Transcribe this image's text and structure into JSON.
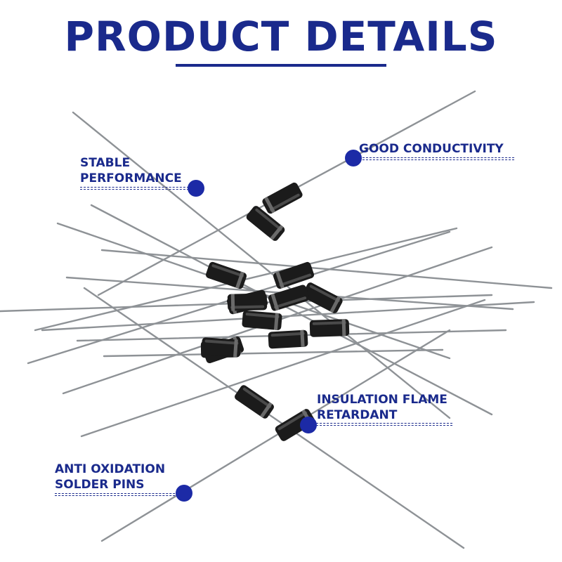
{
  "title": "PRODUCT DETAILS",
  "colors": {
    "accent": "#1a2a8c",
    "dot": "#1c2aa6",
    "lead_wire": "#8e9296",
    "diode_body": "#1b1b1b"
  },
  "callouts": [
    {
      "id": "stable",
      "lines": [
        "STABLE",
        "PERFORMANCE"
      ]
    },
    {
      "id": "conductivity",
      "lines": [
        "GOOD CONDUCTIVITY"
      ]
    },
    {
      "id": "insulation",
      "lines": [
        "INSULATION FLAME",
        "RETARDANT"
      ]
    },
    {
      "id": "anti",
      "lines": [
        "ANTI OXIDATION",
        "SOLDER PINS"
      ]
    }
  ]
}
